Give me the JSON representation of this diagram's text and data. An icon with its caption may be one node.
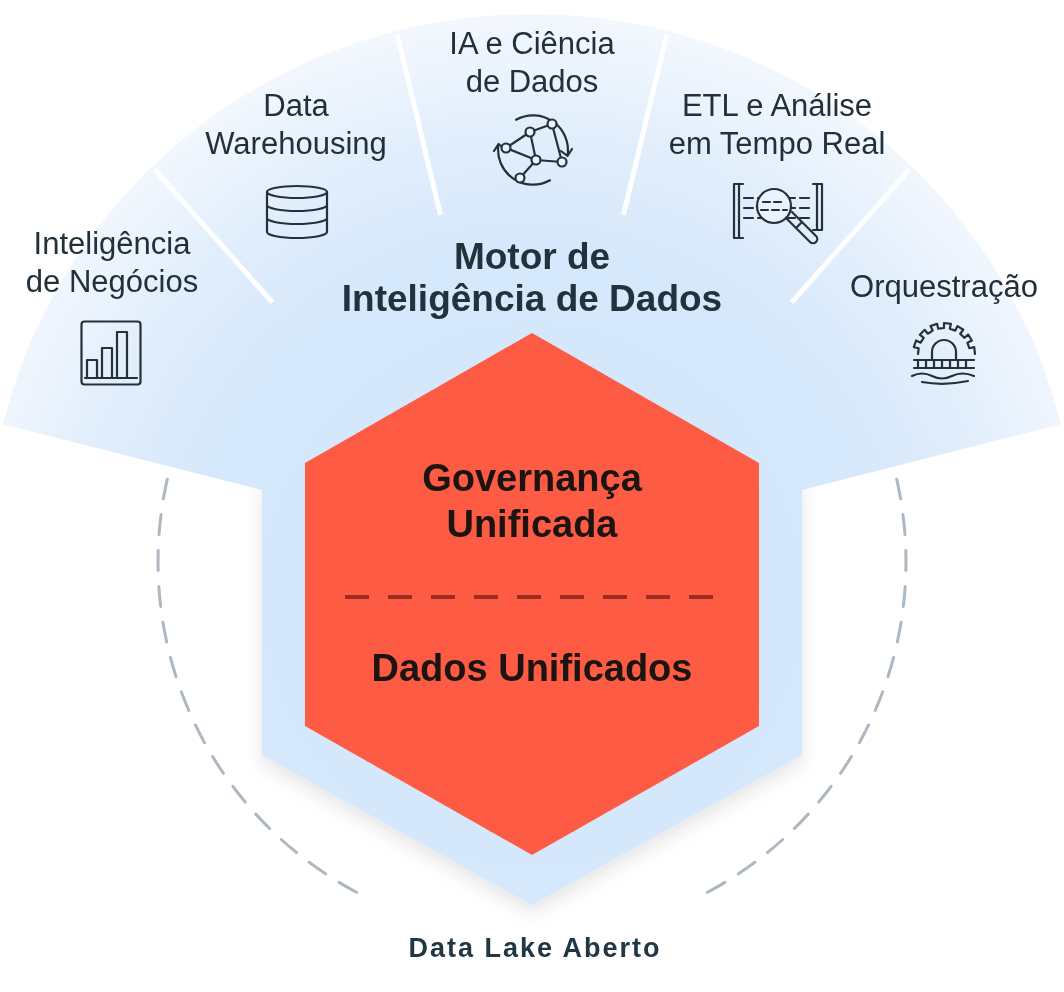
{
  "diagram": {
    "nodes": [
      {
        "text": [
          "Motor de Inteligência de Dados"
        ]
      },
      {
        "text": [
          "Inteligência de Negócios"
        ],
        "in": 0
      },
      {
        "text": [
          "Data Warehousing"
        ],
        "in": 0
      },
      {
        "text": [
          "IA e Ciência de Dados"
        ],
        "in": 0
      },
      {
        "text": [
          "ETL e Análise em Tempo Real"
        ],
        "in": 0
      },
      {
        "text": [
          "Orquestração"
        ],
        "in": 0
      },
      {
        "text": [
          "Governança Unificada",
          "Dados Unificados"
        ],
        "in": 0
      },
      {
        "text": [
          "Data Lake Aberto"
        ]
      }
    ]
  }
}
